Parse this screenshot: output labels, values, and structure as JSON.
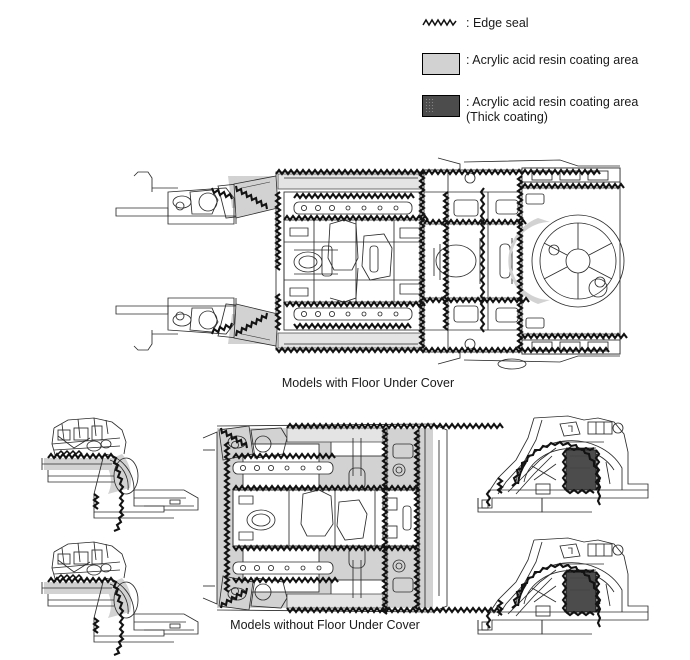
{
  "document": {
    "kind": "vehicle-underbody-anticorrosion-coating-diagram"
  },
  "legend": {
    "items": [
      {
        "key": "edge-seal-squiggle",
        "symbol_type": "wavy-line",
        "label": ": Edge seal"
      },
      {
        "key": "coating-light",
        "symbol_type": "swatch",
        "color": "#d2d2d2",
        "label": ": Acrylic acid resin coating area"
      },
      {
        "key": "coating-thick",
        "symbol_type": "swatch",
        "color": "#4c4c4c",
        "label": ": Acrylic acid resin coating area\n(Thick coating)"
      }
    ]
  },
  "figures": {
    "main": {
      "caption": "Models with Floor Under Cover",
      "view": "underbody top view"
    },
    "bottom_center": {
      "caption": "Models without Floor Under Cover",
      "view": "underbody top view"
    },
    "left_upper": {
      "view": "front wheelhouse detail"
    },
    "left_lower": {
      "view": "front wheelhouse detail"
    },
    "right_upper": {
      "view": "rear wheelhouse detail"
    },
    "right_lower": {
      "view": "rear wheelhouse detail"
    }
  },
  "colors": {
    "background": "#ffffff",
    "line": "#2b2b2b",
    "seal": "#121212",
    "coating_light": "#d2d2d2",
    "coating_thick": "#4c4c4c",
    "text": "#1a1a1a"
  }
}
